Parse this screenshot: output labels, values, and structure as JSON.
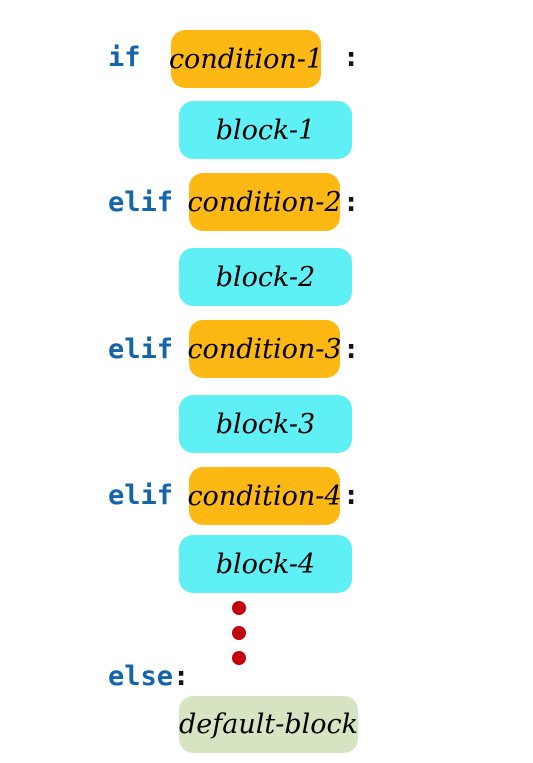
{
  "diagram": {
    "keywords": {
      "if": "if",
      "elif": "elif",
      "else": "else",
      "colon": ":"
    },
    "conditions": [
      "condition-1",
      "condition-2",
      "condition-3",
      "condition-4"
    ],
    "blocks": [
      "block-1",
      "block-2",
      "block-3",
      "block-4"
    ],
    "default_block": "default-block",
    "colors": {
      "keyword": "#1565ad",
      "condition": "#fdb813",
      "block": "#5ff0f5",
      "default_block": "#d7e4c1",
      "ellipsis_dots": "#c4000e"
    }
  }
}
